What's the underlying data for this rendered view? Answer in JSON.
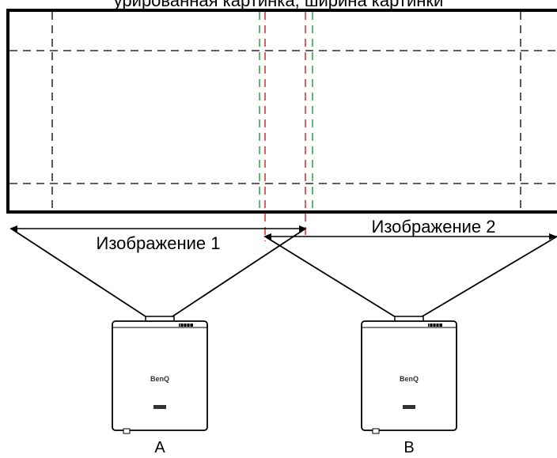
{
  "top_caption": "урированная картинка, ширина картинки",
  "images": [
    {
      "label": "Изображение 1"
    },
    {
      "label": "Изображение 2"
    }
  ],
  "projectors": [
    {
      "label": "A",
      "brand": "BenQ"
    },
    {
      "label": "B",
      "brand": "BenQ"
    }
  ],
  "colors": {
    "frame": "#000000",
    "guide_dashes": "#000000",
    "overlap_edge_green": "#2e9b4a",
    "overlap_edge_red": "#d62828",
    "projector_body": "#ffffff",
    "projector_outline": "#000000"
  }
}
